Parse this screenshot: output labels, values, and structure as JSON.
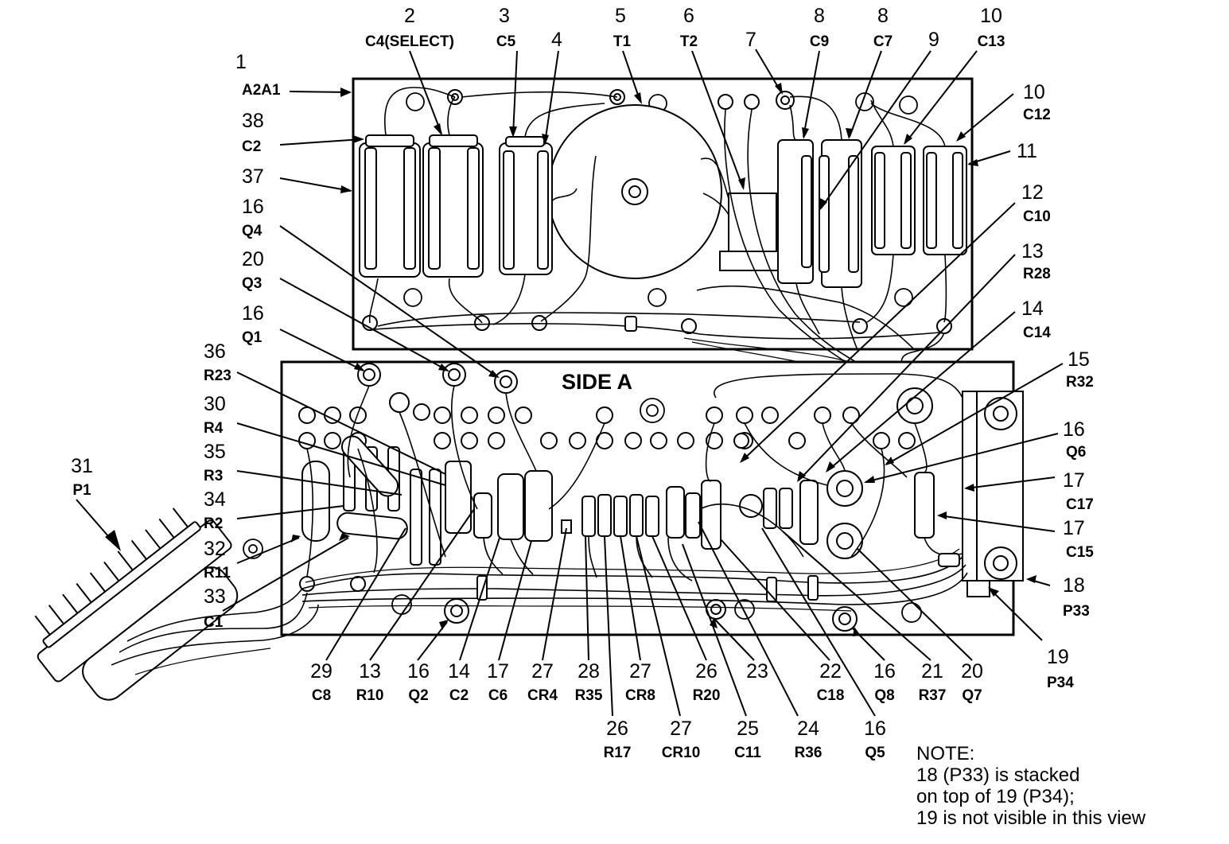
{
  "side_label": "SIDE A",
  "callouts": [
    {
      "num": "1",
      "ref": "A2A1"
    },
    {
      "num": "2",
      "ref": "C4(SELECT)"
    },
    {
      "num": "3",
      "ref": "C5"
    },
    {
      "num": "4",
      "ref": ""
    },
    {
      "num": "5",
      "ref": "T1"
    },
    {
      "num": "6",
      "ref": "T2"
    },
    {
      "num": "7",
      "ref": ""
    },
    {
      "num": "8",
      "ref": "C9"
    },
    {
      "num": "8",
      "ref": "C7"
    },
    {
      "num": "9",
      "ref": ""
    },
    {
      "num": "10",
      "ref": "C13"
    },
    {
      "num": "10",
      "ref": "C12"
    },
    {
      "num": "11",
      "ref": ""
    },
    {
      "num": "12",
      "ref": "C10"
    },
    {
      "num": "13",
      "ref": "R28"
    },
    {
      "num": "14",
      "ref": "C14"
    },
    {
      "num": "15",
      "ref": "R32"
    },
    {
      "num": "16",
      "ref": "Q6"
    },
    {
      "num": "17",
      "ref": "C17"
    },
    {
      "num": "17",
      "ref": "C15"
    },
    {
      "num": "18",
      "ref": "P33"
    },
    {
      "num": "19",
      "ref": "P34"
    },
    {
      "num": "38",
      "ref": "C2"
    },
    {
      "num": "37",
      "ref": ""
    },
    {
      "num": "16",
      "ref": "Q4"
    },
    {
      "num": "20",
      "ref": "Q3"
    },
    {
      "num": "16",
      "ref": "Q1"
    },
    {
      "num": "36",
      "ref": "R23"
    },
    {
      "num": "30",
      "ref": "R4"
    },
    {
      "num": "35",
      "ref": "R3"
    },
    {
      "num": "34",
      "ref": "R2"
    },
    {
      "num": "32",
      "ref": "R11"
    },
    {
      "num": "33",
      "ref": "C1"
    },
    {
      "num": "31",
      "ref": "P1"
    },
    {
      "num": "29",
      "ref": "C8"
    },
    {
      "num": "13",
      "ref": "R10"
    },
    {
      "num": "16",
      "ref": "Q2"
    },
    {
      "num": "14",
      "ref": "C2"
    },
    {
      "num": "17",
      "ref": "C6"
    },
    {
      "num": "27",
      "ref": "CR4"
    },
    {
      "num": "28",
      "ref": "R35"
    },
    {
      "num": "27",
      "ref": "CR8"
    },
    {
      "num": "26",
      "ref": "R20"
    },
    {
      "num": "23",
      "ref": ""
    },
    {
      "num": "22",
      "ref": "C18"
    },
    {
      "num": "16",
      "ref": "Q8"
    },
    {
      "num": "21",
      "ref": "R37"
    },
    {
      "num": "20",
      "ref": "Q7"
    },
    {
      "num": "26",
      "ref": "R17"
    },
    {
      "num": "27",
      "ref": "CR10"
    },
    {
      "num": "25",
      "ref": "C11"
    },
    {
      "num": "24",
      "ref": "R36"
    },
    {
      "num": "16",
      "ref": "Q5"
    }
  ],
  "note": {
    "heading": "NOTE:",
    "lines": [
      "18 (P33) is stacked",
      "on top of 19 (P34);",
      "19 is not visible in this view"
    ]
  }
}
